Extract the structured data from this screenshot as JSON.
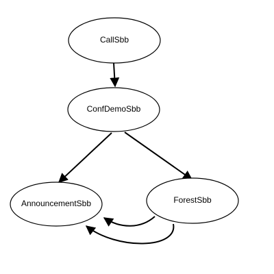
{
  "nodes": {
    "call_sbb": {
      "label": "CallSbb"
    },
    "conf_demo_sbb": {
      "label": "ConfDemoSbb"
    },
    "announcement_sbb": {
      "label": "AnnouncementSbb"
    },
    "forest_sbb": {
      "label": "ForestSbb"
    }
  },
  "edges": [
    {
      "from": "CallSbb",
      "to": "ConfDemoSbb"
    },
    {
      "from": "ConfDemoSbb",
      "to": "AnnouncementSbb"
    },
    {
      "from": "ConfDemoSbb",
      "to": "ForestSbb"
    },
    {
      "from": "ForestSbb",
      "to": "AnnouncementSbb"
    },
    {
      "from": "ForestSbb",
      "to": "AnnouncementSbb"
    }
  ]
}
